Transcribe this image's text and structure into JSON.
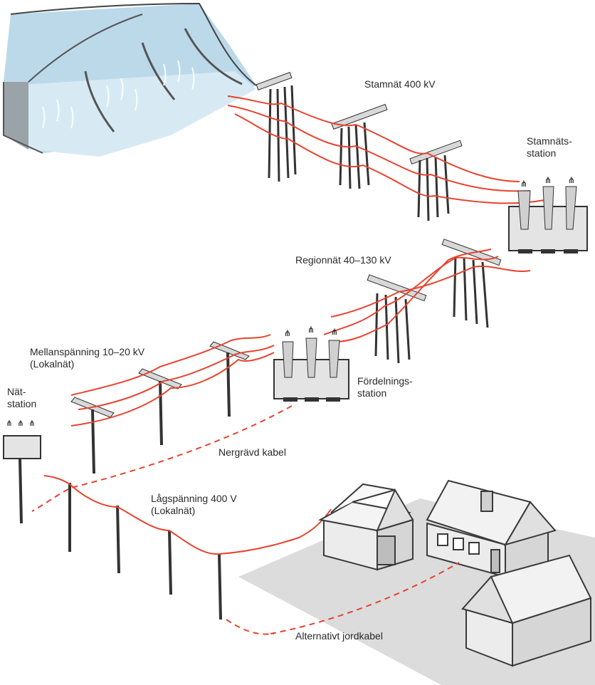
{
  "colors": {
    "background": "#000000",
    "line": "#e8432f",
    "building_fill": "#e9e9e9",
    "building_stroke": "#3a3a3a",
    "water": "#cfe4f0",
    "ground": "#dcdcdc"
  },
  "labels": {
    "stamnat": "Stamnät 400 kV",
    "stamnatsstation_line1": "Stamnäts-",
    "stamnatsstation_line2": "station",
    "regionnat": "Regionnät 40–130 kV",
    "mellanspanning_line1": "Mellanspänning 10–20 kV",
    "mellanspanning_line2": "(Lokalnät)",
    "natstation_line1": "Nät-",
    "natstation_line2": "station",
    "fordelning_line1": "Fördelnings-",
    "fordelning_line2": "station",
    "nergravd": "Nergrävd kabel",
    "lagspanning_line1": "Lågspänning 400 V",
    "lagspanning_line2": "(Lokalnät)",
    "jordkabel": "Alternativt jordkabel"
  },
  "icons": [
    "hydropower-dam-icon",
    "transmission-tower-icon",
    "transformer-station-icon",
    "utility-pole-icon",
    "house-icon"
  ]
}
